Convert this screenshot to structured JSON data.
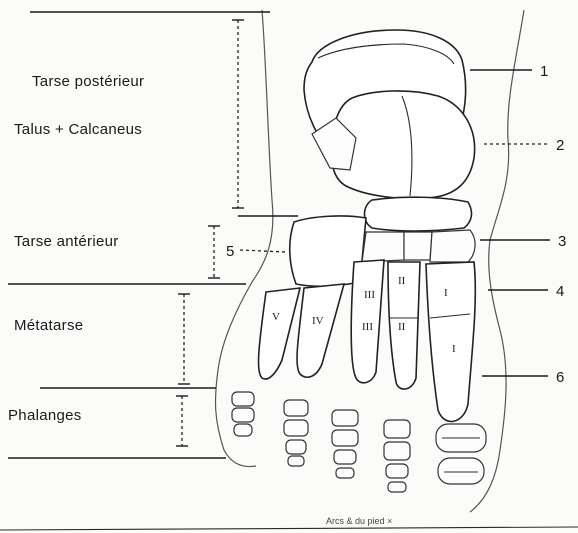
{
  "regions": {
    "tarse_posterieur": "Tarse postérieur",
    "talus_calcaneus": "Talus + Calcaneus",
    "tarse_anterieur": "Tarse antérieur",
    "metatarse": "Métatarse",
    "phalanges": "Phalanges"
  },
  "callouts": {
    "c1": "1",
    "c2": "2",
    "c3": "3",
    "c4": "4",
    "c5": "5",
    "c6": "6"
  },
  "metatarsal_labels": {
    "m1_base": "I",
    "m2_base": "II",
    "m3_base": "III",
    "m1_shaft": "I",
    "m2_shaft": "II",
    "m3_shaft": "III",
    "m4_shaft": "IV",
    "m5_shaft": "V"
  },
  "caption": "Arcs  &  du pied  ×"
}
